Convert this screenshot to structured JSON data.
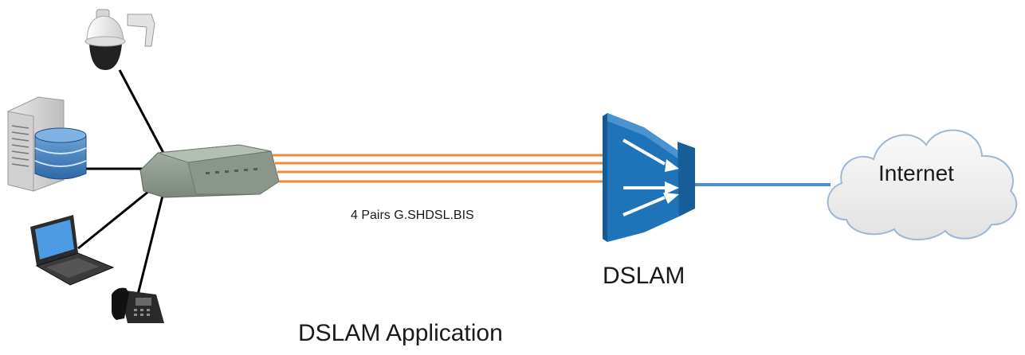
{
  "labels": {
    "link": "4 Pairs G.SHDSL.BIS",
    "dslam": "DSLAM",
    "title": "DSLAM Application",
    "internet": "Internet"
  },
  "colors": {
    "pair_lines": "#ee8a3a",
    "uplink": "#4a8fc9",
    "dslam_body": "#1f73b8",
    "cloud_fill": "#f1f1f1",
    "cloud_stroke": "#9fb8d2",
    "modem_body": "#8d998d"
  },
  "icons": [
    "ptz-camera-icon",
    "server-database-icon",
    "laptop-icon",
    "ip-phone-icon",
    "shdsl-modem-icon",
    "dslam-icon",
    "internet-cloud-icon"
  ]
}
